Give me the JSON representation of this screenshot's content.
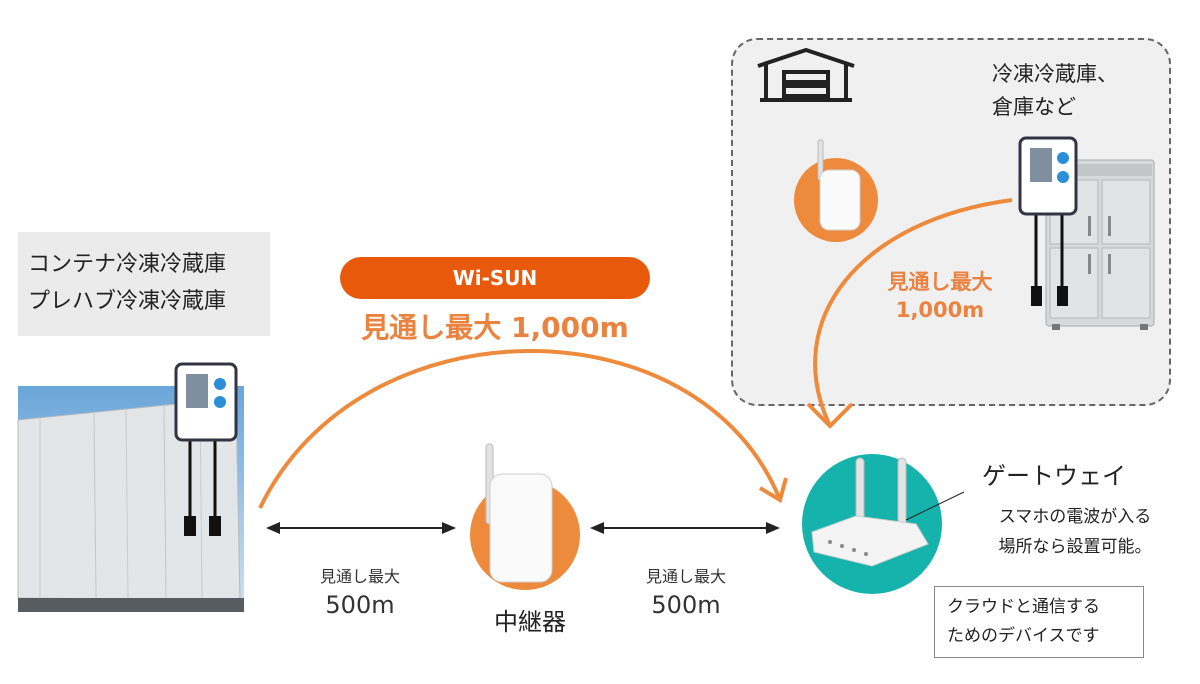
{
  "warehouse": {
    "label_line1": "冷凍冷蔵庫、",
    "label_line2": "倉庫など",
    "range_line1": "見通し最大",
    "range_line2": "1,000m"
  },
  "container": {
    "label_line1": "コンテナ冷凍冷蔵庫",
    "label_line2": "プレハブ冷凍冷蔵庫"
  },
  "wisun": {
    "label": "Wi-SUN",
    "range": "見通し最大 1,000m"
  },
  "left_link": {
    "line1": "見通し最大",
    "line2": "500m"
  },
  "right_link": {
    "line1": "見通し最大",
    "line2": "500m"
  },
  "relay": {
    "label": "中継器"
  },
  "gateway": {
    "title": "ゲートウェイ",
    "note_line1": "スマホの電波が入る",
    "note_line2": "場所なら設置可能。"
  },
  "cloud_note": {
    "line1": "クラウドと通信する",
    "line2": "ためのデバイスです"
  },
  "colors": {
    "orange_arc": "#ee8a3c",
    "orange_text": "#ea8240",
    "pill": "#e8590c",
    "teal": "#15b3ac",
    "relay_circle": "#ee8a3c"
  }
}
